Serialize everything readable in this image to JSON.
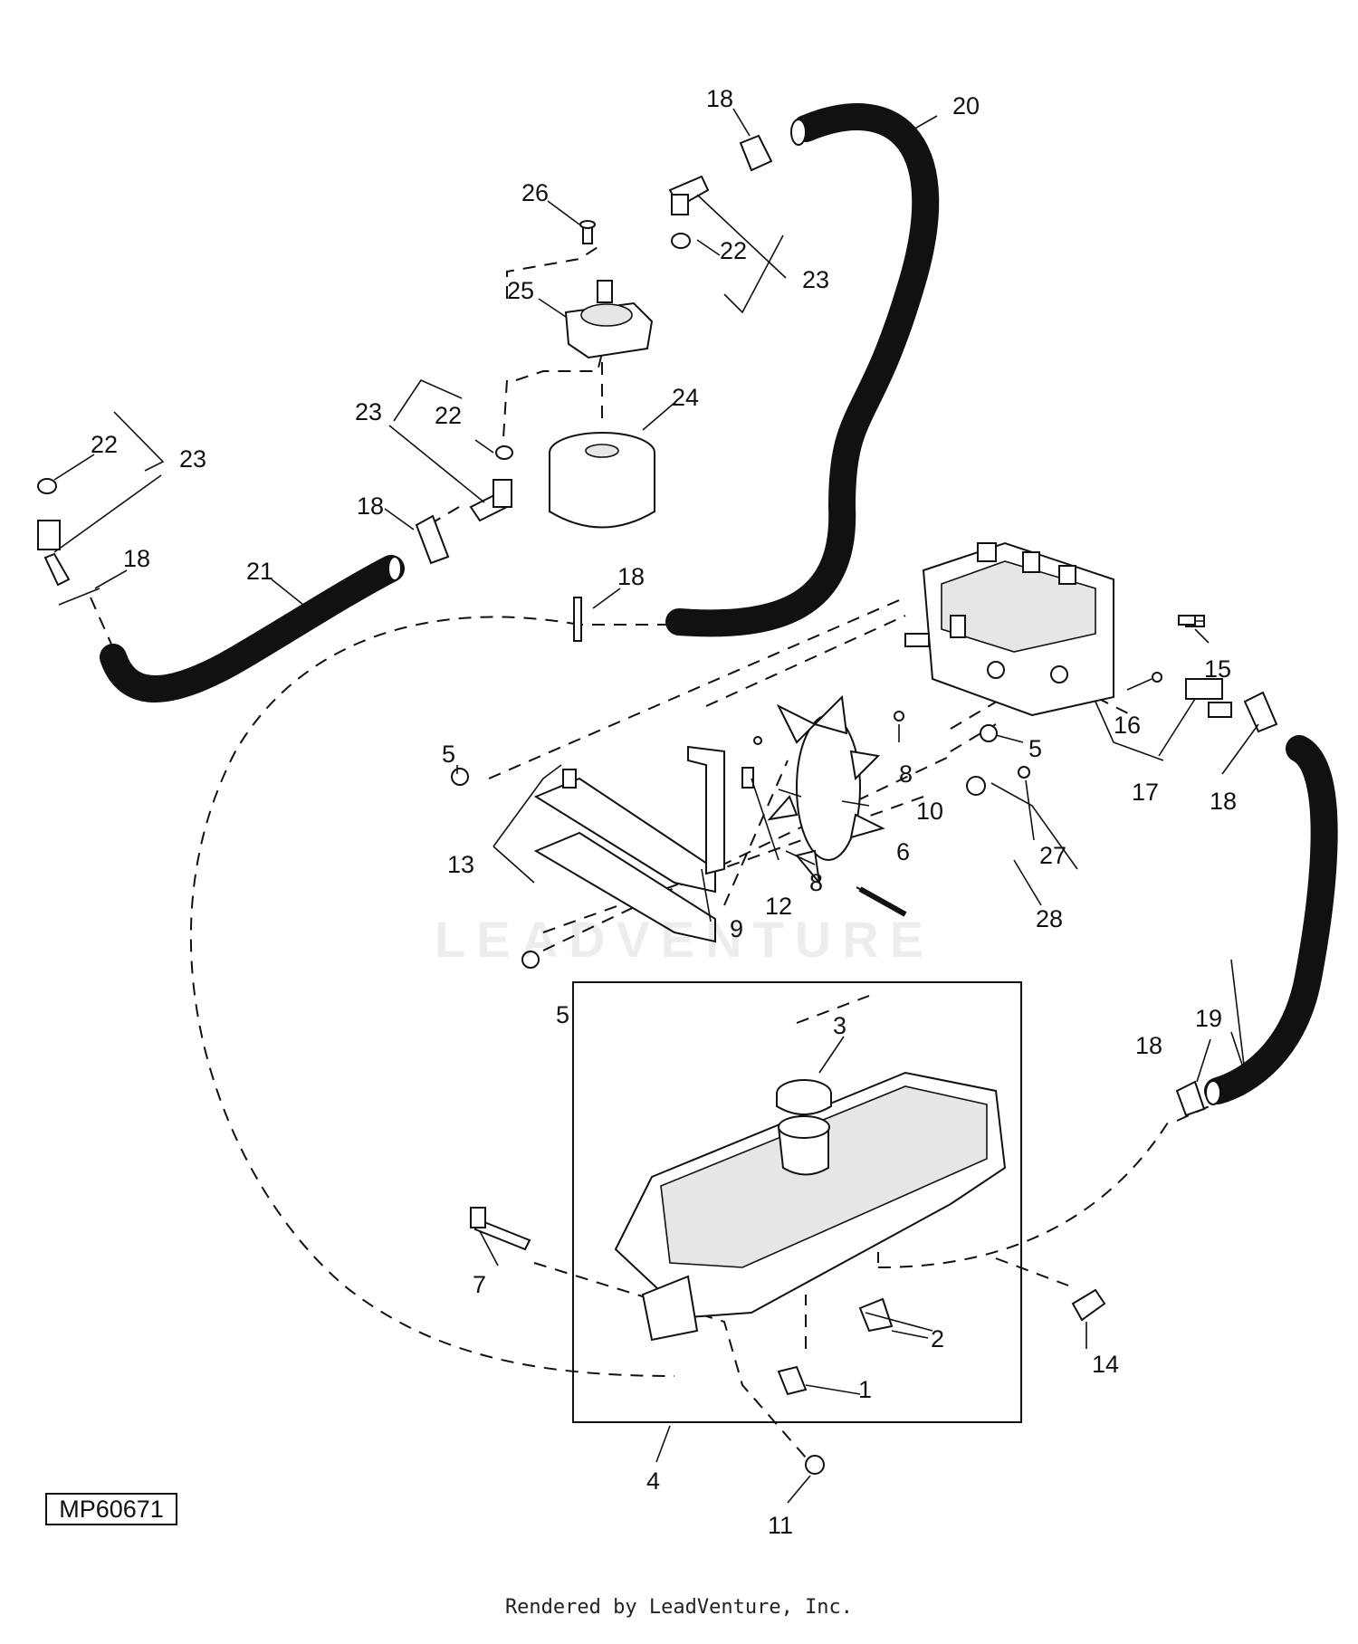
{
  "diagram_code": "MP60671",
  "footer_text": "Rendered by LeadVenture, Inc.",
  "watermark_text": "LEADVENTURE",
  "callouts": {
    "c1": "1",
    "c2": "2",
    "c3": "3",
    "c4": "4",
    "c5a": "5",
    "c5b": "5",
    "c5c": "5",
    "c6": "6",
    "c7": "7",
    "c8a": "8",
    "c8b": "8",
    "c9": "9",
    "c10": "10",
    "c11": "11",
    "c12": "12",
    "c13": "13",
    "c14": "14",
    "c15": "15",
    "c16": "16",
    "c17": "17",
    "c18a": "18",
    "c18b": "18",
    "c18c": "18",
    "c18d": "18",
    "c18e": "18",
    "c18f": "18",
    "c19": "19",
    "c20": "20",
    "c21": "21",
    "c22a": "22",
    "c22b": "22",
    "c22c": "22",
    "c23a": "23",
    "c23b": "23",
    "c23c": "23",
    "c24": "24",
    "c25": "25",
    "c26": "26",
    "c27": "27",
    "c28": "28"
  },
  "colors": {
    "line": "#111111",
    "background": "#ffffff"
  }
}
